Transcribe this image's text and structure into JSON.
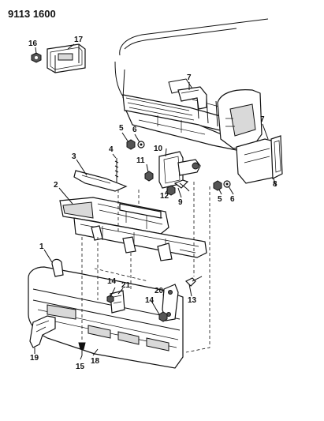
{
  "diagram_code": "9113 1600",
  "callouts": [
    {
      "id": "c1",
      "number": "1"
    },
    {
      "id": "c2",
      "number": "2"
    },
    {
      "id": "c3",
      "number": "3"
    },
    {
      "id": "c4",
      "number": "4"
    },
    {
      "id": "c5a",
      "number": "5"
    },
    {
      "id": "c5b",
      "number": "5"
    },
    {
      "id": "c6a",
      "number": "6"
    },
    {
      "id": "c6b",
      "number": "6"
    },
    {
      "id": "c7",
      "number": "7"
    },
    {
      "id": "c8",
      "number": "8"
    },
    {
      "id": "c9",
      "number": "9"
    },
    {
      "id": "c10",
      "number": "10"
    },
    {
      "id": "c11",
      "number": "11"
    },
    {
      "id": "c12",
      "number": "12"
    },
    {
      "id": "c13",
      "number": "13"
    },
    {
      "id": "c14a",
      "number": "14"
    },
    {
      "id": "c14b",
      "number": "14"
    },
    {
      "id": "c15",
      "number": "15"
    },
    {
      "id": "c16",
      "number": "16"
    },
    {
      "id": "c17",
      "number": "17"
    },
    {
      "id": "c18",
      "number": "18"
    },
    {
      "id": "c19",
      "number": "19"
    },
    {
      "id": "c20",
      "number": "20"
    },
    {
      "id": "c21",
      "number": "21"
    }
  ]
}
